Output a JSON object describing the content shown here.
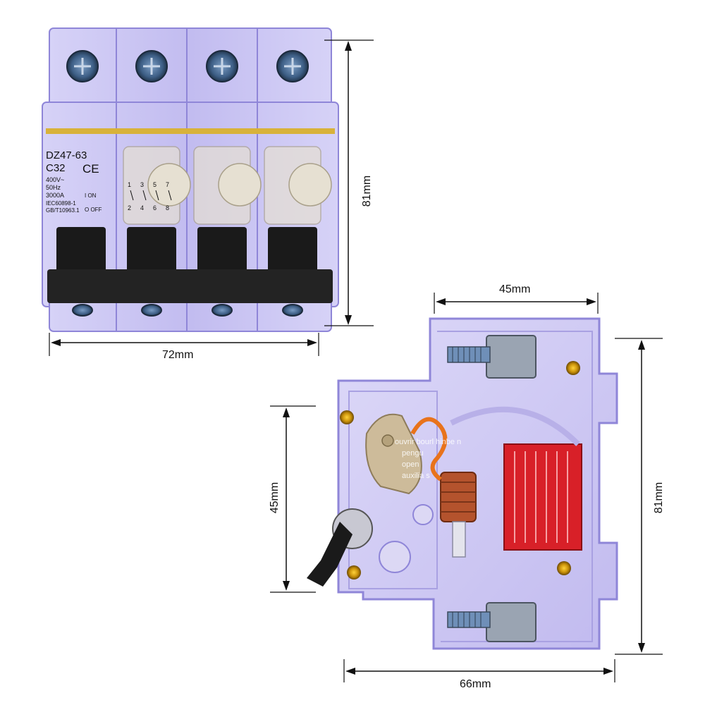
{
  "front_view": {
    "model": "DZ47-63",
    "rating": "C32",
    "ce_mark": "CE",
    "voltage": "400V~",
    "frequency": "50Hz",
    "breaking_capacity": "3000A",
    "standard_1": "IEC60898-1",
    "standard_2": "GB/T10963.1",
    "on_label": "I  ON",
    "off_label": "O OFF",
    "terminals_top": [
      "1",
      "3",
      "5",
      "7"
    ],
    "terminals_bottom": [
      "2",
      "4",
      "6",
      "8"
    ]
  },
  "side_view": {
    "label_lines": [
      "ouvrir  bourl  hinbe n",
      "pengu",
      "open",
      "auxilia  s"
    ]
  },
  "dimensions": {
    "front_width": "72mm",
    "front_height": "81mm",
    "side_top_width": "45mm",
    "side_left_height": "45mm",
    "side_height": "81mm",
    "side_width": "66mm"
  },
  "colors": {
    "housing": "#c9c4f2",
    "housing_edge": "#8f86d8",
    "handle": "#1a1a1a",
    "gold_strip": "#d8b23a",
    "screw": "#3e5f86",
    "red_chamber": "#d82028",
    "coil": "#b4532d",
    "beige_latch": "#cdbb9a"
  }
}
